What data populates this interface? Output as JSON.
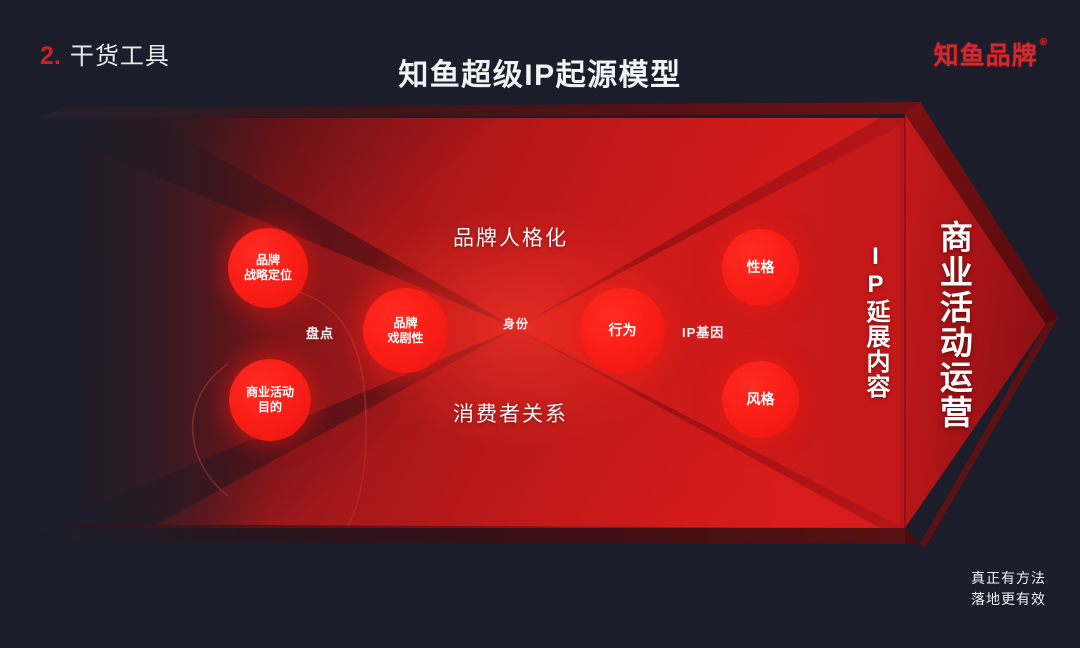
{
  "header": {
    "section_number": "2.",
    "section_title": "干货工具",
    "slide_title": "知鱼超级IP起源模型",
    "logo_text": "知鱼品牌",
    "logo_mark": "®"
  },
  "diagram": {
    "bubbles": [
      {
        "id": "brand-strategy-position",
        "label": "品牌\n战略定位"
      },
      {
        "id": "business-activity-purpose",
        "label": "商业活动\n目的"
      },
      {
        "id": "brand-drama",
        "label": "品牌\n戏剧性"
      },
      {
        "id": "behavior",
        "label": "行为"
      },
      {
        "id": "personality",
        "label": "性格"
      },
      {
        "id": "style",
        "label": "风格"
      }
    ],
    "labels": {
      "inventory": "盘点",
      "identity": "身份",
      "ip_gene": "IP基因",
      "brand_personification": "品牌人格化",
      "consumer_relationship": "消费者关系"
    },
    "vertical": {
      "ip_extension": "IP延展内容",
      "business_operation": "商业活动运营"
    }
  },
  "footer": {
    "tagline_line1": "真正有方法",
    "tagline_line2": "落地更有效"
  },
  "colors": {
    "background": "#1b1e2a",
    "accent_red": "#d8262b",
    "bubble_red": "#f81d16",
    "text_light": "#f2f3f6"
  }
}
